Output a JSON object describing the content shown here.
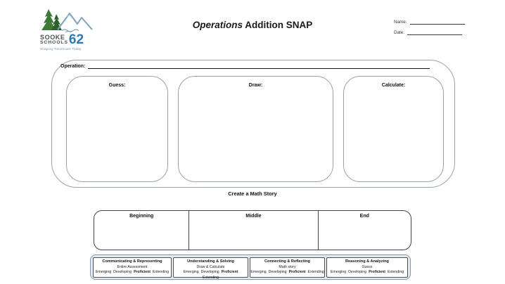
{
  "logo": {
    "name_line1": "SOOKE",
    "name_line2": "SCHOOLS",
    "number": "62",
    "tagline": "Shaping Tomorrows Today"
  },
  "header": {
    "title_italic": "Operations",
    "title_rest": " Addition SNAP",
    "name_label": "Name:",
    "date_label": "Date:"
  },
  "operation": {
    "label": "Operation:"
  },
  "workspace": {
    "boxes": [
      {
        "label": "Guess:"
      },
      {
        "label": "Draw:"
      },
      {
        "label": "Calculate:"
      }
    ]
  },
  "story": {
    "caption": "Create a Math Story",
    "columns": [
      "Beginning",
      "Middle",
      "End"
    ]
  },
  "rubric": {
    "cells": [
      {
        "title": "Communicating & Representing",
        "subtitle": "Entire Assessment",
        "ratings": [
          "Emerging",
          "Developing",
          "Proficient",
          "Extending"
        ]
      },
      {
        "title": "Understanding &  Solving",
        "subtitle": "Draw &  Calculate",
        "ratings": [
          "Emerging",
          "Developing",
          "Proficient",
          "Extending"
        ]
      },
      {
        "title": "Connecting & Reflecting",
        "subtitle": "Math story",
        "ratings": [
          "Emerging",
          "Developing",
          "Proficient",
          "Extending"
        ]
      },
      {
        "title": "Reasoning & Analyzing",
        "subtitle": "Guess",
        "ratings": [
          "Emerging",
          "Developing",
          "Proficient",
          "Extending"
        ]
      }
    ]
  },
  "colors": {
    "logo_blue": "#2a7ab5",
    "logo_green": "#3c7a36",
    "mountain_blue": "#7fa3bc",
    "border_light_gray": "#9aa3a9",
    "rubric_border_blue": "#8098ac"
  }
}
